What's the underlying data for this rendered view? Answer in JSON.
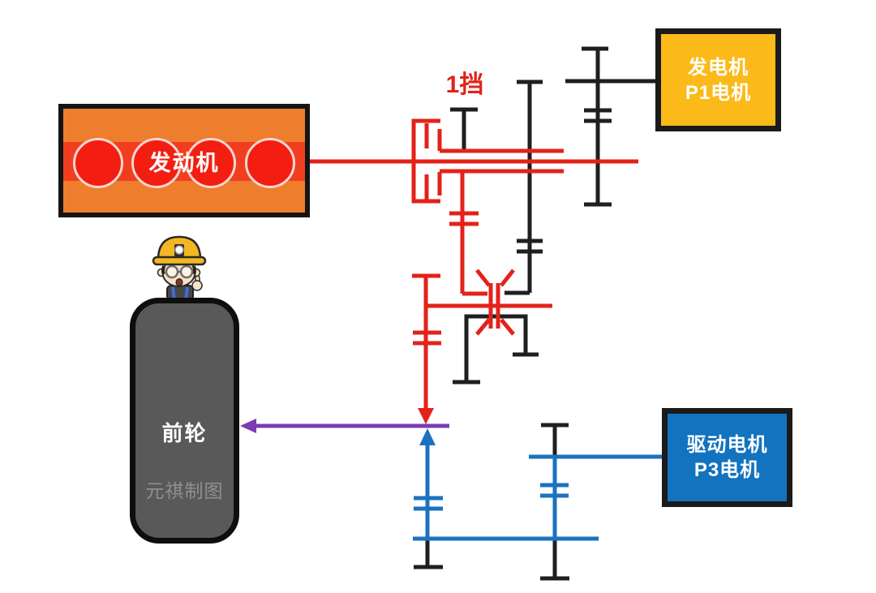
{
  "labels": {
    "gear_position": "1挡",
    "watermark": "元祺制图"
  },
  "boxes": {
    "engine": {
      "label": "发动机"
    },
    "generator": {
      "line1": "发电机",
      "line2": "P1电机"
    },
    "drive_motor": {
      "line1": "驱动电机",
      "line2": "P3电机"
    },
    "front_wheel": {
      "label": "前轮"
    }
  },
  "colors": {
    "red": "#e3221a",
    "line-black": "#1f1f1f",
    "blue": "#1b72c0",
    "purple": "#7b3cb3",
    "engine-orange": "#ee7d2e",
    "engine-band": "#f23e20",
    "cyl-red": "#f41d12",
    "cyl-ring": "#f6d7cf",
    "gen-yellow": "#fbba19",
    "motor-blue": "#1273bf",
    "wheel-gray": "#595959",
    "watermark": "#8f8f8f",
    "box-border": "#1a1a1a"
  }
}
